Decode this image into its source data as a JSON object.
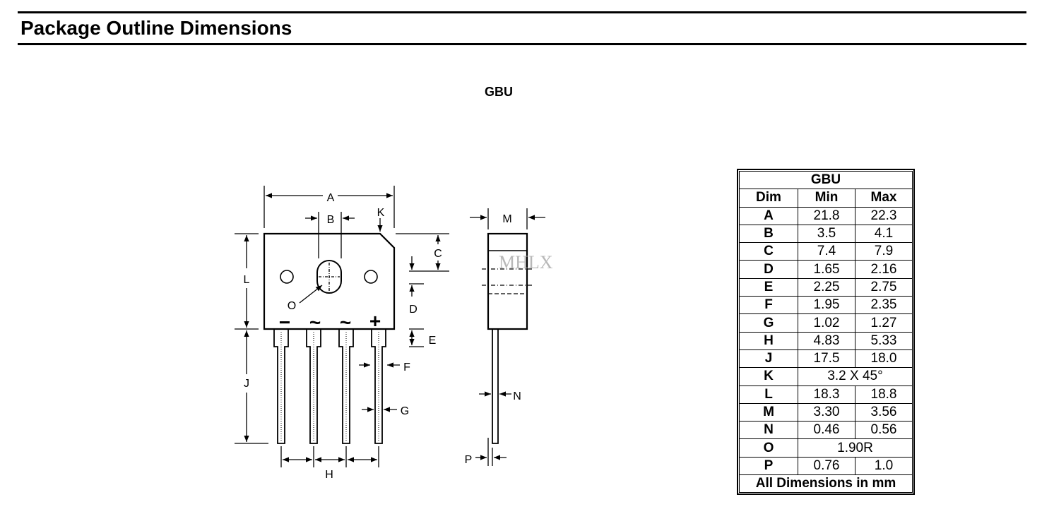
{
  "header": {
    "title": "Package Outline Dimensions"
  },
  "package": {
    "name": "GBU"
  },
  "drawing_labels": {
    "A": "A",
    "B": "B",
    "C": "C",
    "D": "D",
    "E": "E",
    "F": "F",
    "G": "G",
    "H": "H",
    "J": "J",
    "K": "K",
    "L": "L",
    "M": "M",
    "N": "N",
    "O": "O",
    "P": "P",
    "pin1": "−",
    "pin2": "~",
    "pin3": "~",
    "pin4": "+"
  },
  "watermark": "MHLX",
  "table": {
    "title": "GBU",
    "headers": [
      "Dim",
      "Min",
      "Max"
    ],
    "rows": [
      {
        "dim": "A",
        "min": "21.8",
        "max": "22.3"
      },
      {
        "dim": "B",
        "min": "3.5",
        "max": "4.1"
      },
      {
        "dim": "C",
        "min": "7.4",
        "max": "7.9"
      },
      {
        "dim": "D",
        "min": "1.65",
        "max": "2.16"
      },
      {
        "dim": "E",
        "min": "2.25",
        "max": "2.75"
      },
      {
        "dim": "F",
        "min": "1.95",
        "max": "2.35"
      },
      {
        "dim": "G",
        "min": "1.02",
        "max": "1.27"
      },
      {
        "dim": "H",
        "min": "4.83",
        "max": "5.33"
      },
      {
        "dim": "J",
        "min": "17.5",
        "max": "18.0"
      },
      {
        "dim": "K",
        "merged": "3.2 X 45°"
      },
      {
        "dim": "L",
        "min": "18.3",
        "max": "18.8"
      },
      {
        "dim": "M",
        "min": "3.30",
        "max": "3.56"
      },
      {
        "dim": "N",
        "min": "0.46",
        "max": "0.56"
      },
      {
        "dim": "O",
        "merged": "1.90R"
      },
      {
        "dim": "P",
        "min": "0.76",
        "max": "1.0"
      }
    ],
    "footer": "All Dimensions in mm"
  }
}
